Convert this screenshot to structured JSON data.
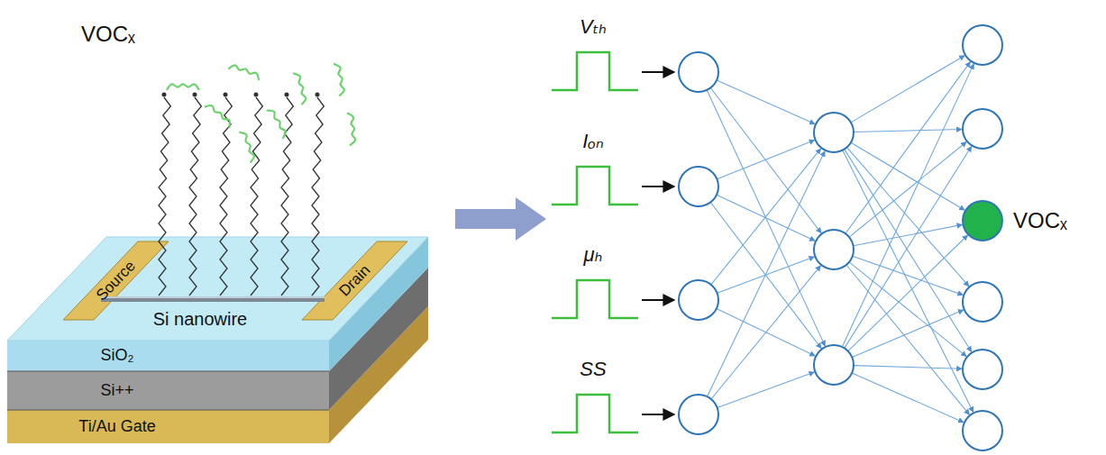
{
  "diagram": {
    "labels": [
      "VOCₓ",
      "Source",
      "Drain",
      "Si nanowire",
      "SiO₂",
      "Si++",
      "Ti/Au Gate",
      "Vₜₕ",
      "Iₒₙ",
      "μₕ",
      "SS",
      "VOCₓ"
    ]
  }
}
